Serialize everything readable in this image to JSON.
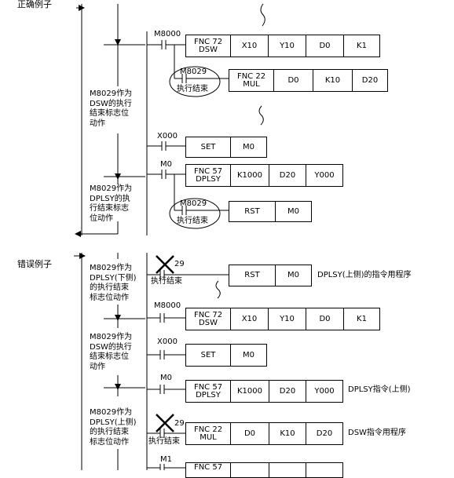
{
  "section_correct": "正确例子",
  "section_wrong": "错误例子",
  "note_correct_1": [
    "M8029作为",
    "DSW的执行",
    "结束标志位",
    "动作"
  ],
  "note_correct_2": [
    "M8029作为",
    "DPLSY的执",
    "行结束标志",
    "位动作"
  ],
  "note_wrong_1": [
    "M8029作为",
    "DPLSY(下侧)",
    "的执行结束",
    "标志位动作"
  ],
  "note_wrong_2": [
    "M8029作为",
    "DSW的执行",
    "结束标志位",
    "动作"
  ],
  "note_wrong_3": [
    "M8029作为",
    "DPLSY(上侧)",
    "的执行结束",
    "标志位动作"
  ],
  "contacts": {
    "m8000": "M8000",
    "m8029": "M8029",
    "x000": "X000",
    "m0": "M0",
    "m1": "M1",
    "crossed_suffix": "29"
  },
  "exec_end": "执行结束",
  "instr": {
    "dsw": [
      "FNC 72",
      "DSW"
    ],
    "mul": [
      "FNC 22",
      "MUL"
    ],
    "dplsy": [
      "FNC 57",
      "DPLSY"
    ],
    "fnc57_partial": "FNC 57"
  },
  "operands": {
    "dsw": [
      "X10",
      "Y10",
      "D0",
      "K1"
    ],
    "mul": [
      "D0",
      "K10",
      "D20"
    ],
    "dplsy": [
      "K1000",
      "D20",
      "Y000"
    ]
  },
  "ops": {
    "set": "SET",
    "rst": "RST",
    "m0": "M0"
  },
  "comments": {
    "dplsy_upper_rst": "DPLSY(上侧)的指令用程序",
    "dplsy_upper": "DPLSY指令(上侧)",
    "dsw_prog": "DSW指令用程序"
  }
}
